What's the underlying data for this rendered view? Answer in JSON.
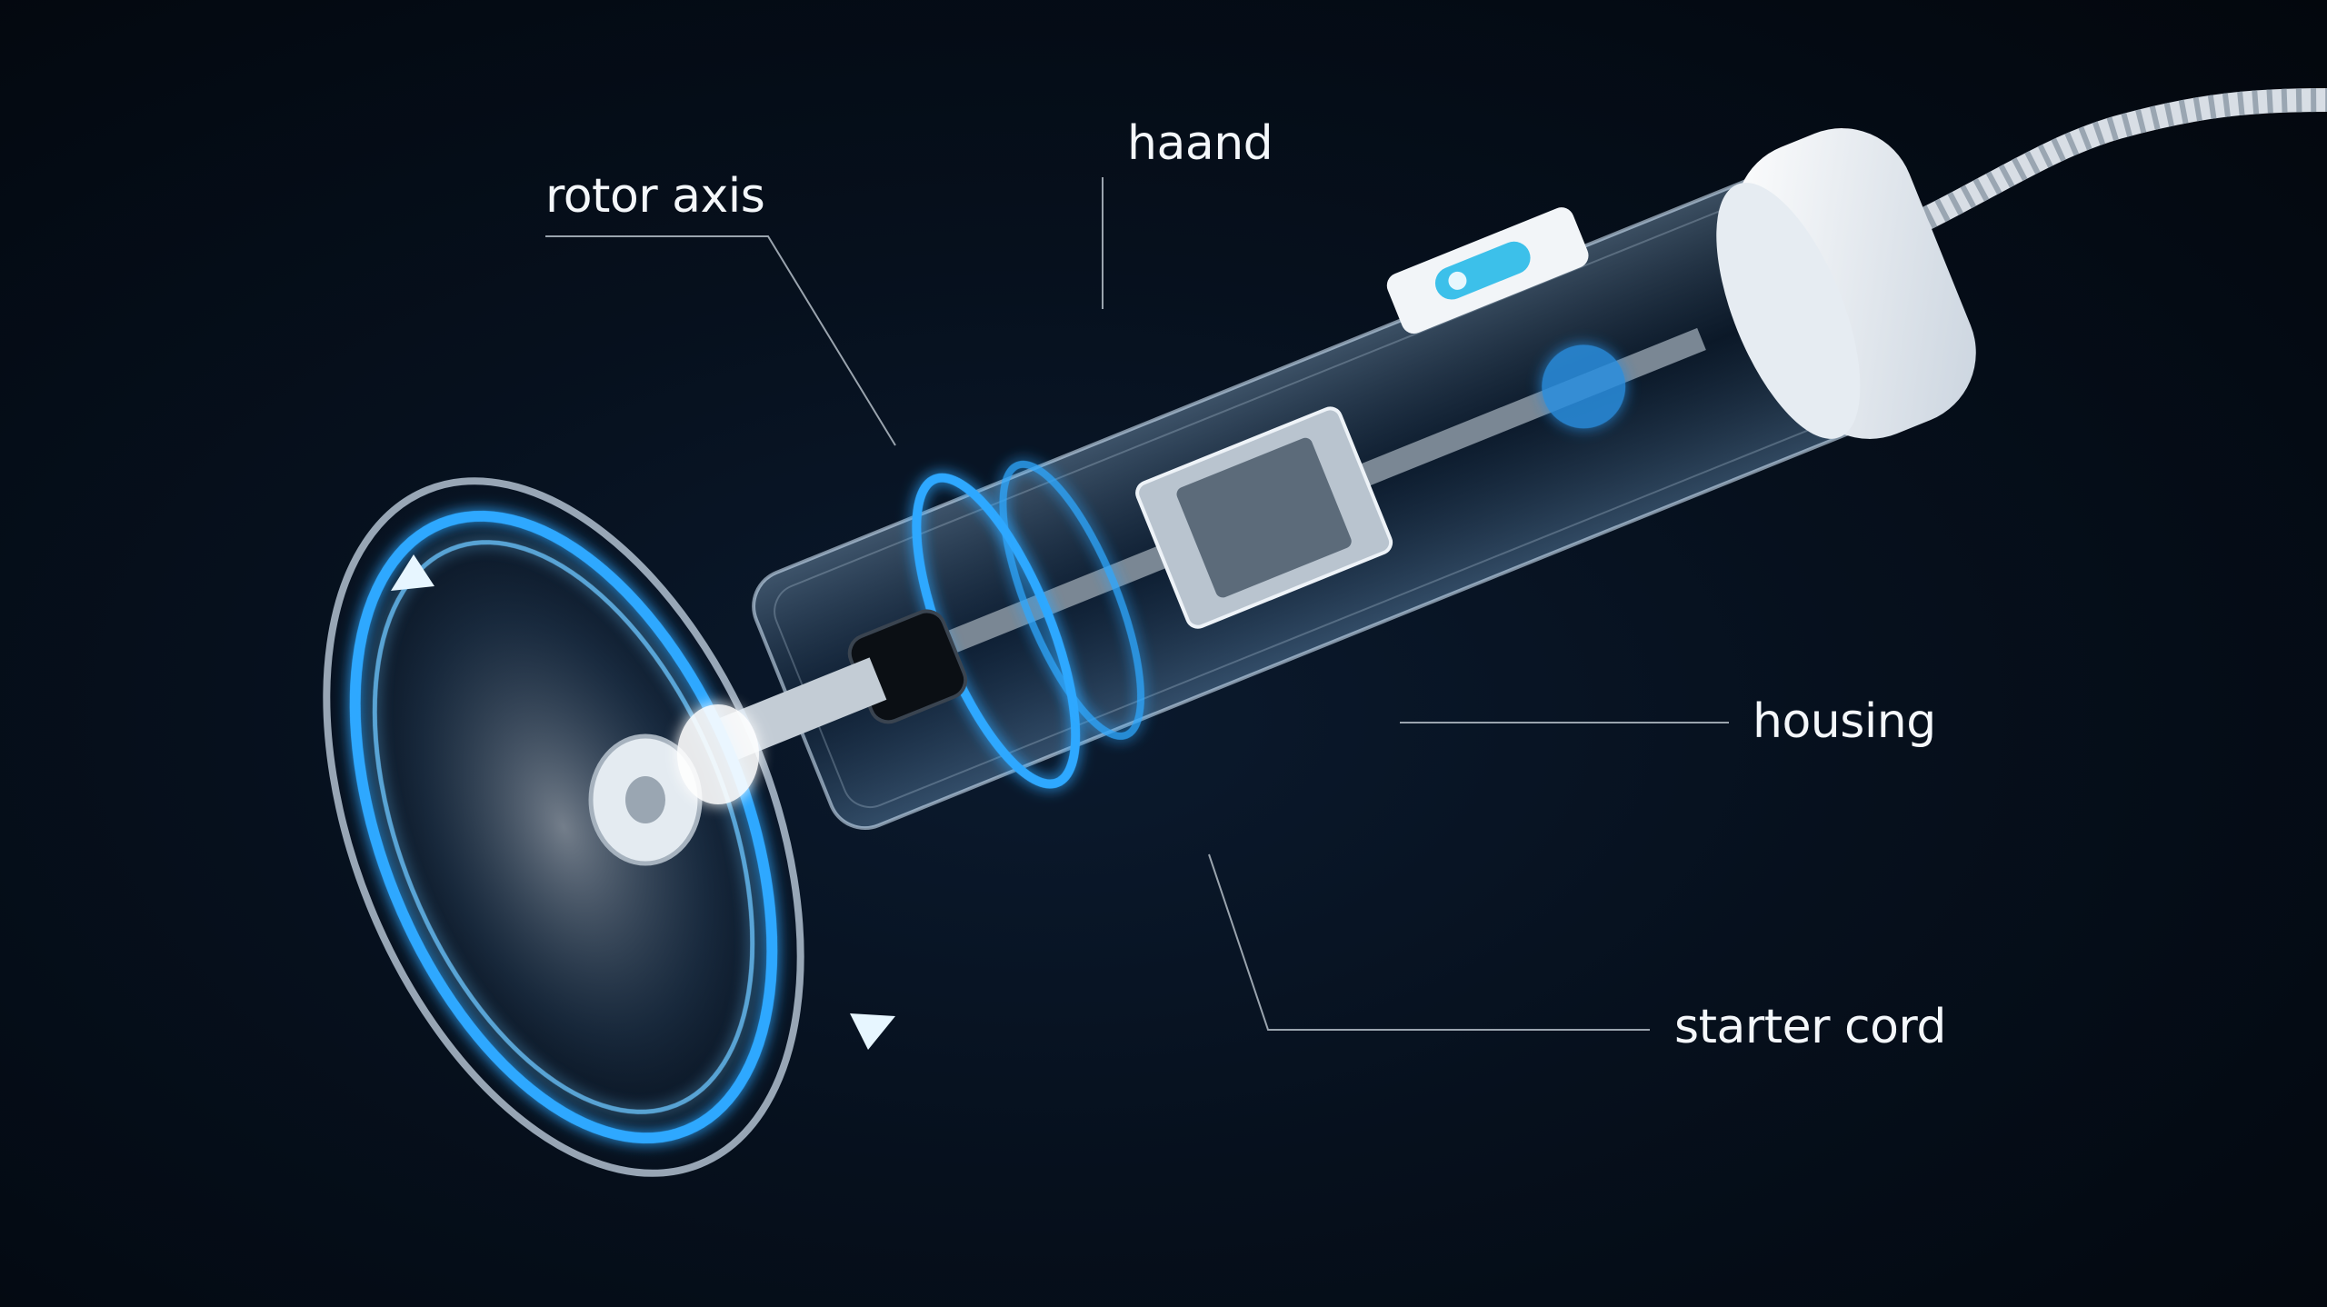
{
  "diagram": {
    "subject": "cutaway of a handheld device with spinning rotor, clear housing and braided cord",
    "colors": {
      "background": "#050b14",
      "glow": "#2fa8ff",
      "label_text": "#f4f7fa",
      "leader_line": "#9aa4ae",
      "button_accent": "#3cc0ea"
    },
    "labels": [
      {
        "id": "rotor-axis",
        "text": "rotor axis"
      },
      {
        "id": "handle",
        "text": "haand"
      },
      {
        "id": "housing",
        "text": "housing"
      },
      {
        "id": "starter-cord",
        "text": "starter cord"
      }
    ]
  }
}
